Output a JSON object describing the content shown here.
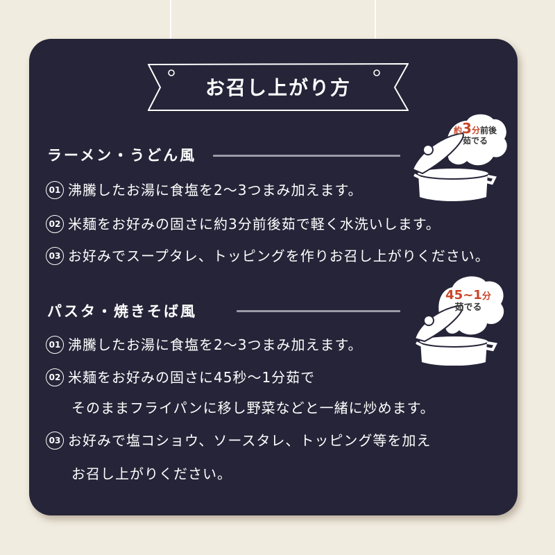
{
  "title": "お召し上がり方",
  "colors": {
    "background": "#f1ece0",
    "board": "#262438",
    "text": "#ffffff",
    "rule": "#9c9aa8",
    "accent": "#c8452a"
  },
  "sections": [
    {
      "heading": "ラーメン・うどん風",
      "badge": {
        "prefix": "約",
        "number": "3",
        "unit": "分",
        "suffix": "前後",
        "line2": "茹でる"
      },
      "steps": [
        {
          "num": "01",
          "lines": [
            "沸騰したお湯に食塩を2〜3つまみ加えます。"
          ]
        },
        {
          "num": "02",
          "lines": [
            "米麺をお好みの固さに約3分前後茹で軽く水洗いします。"
          ]
        },
        {
          "num": "03",
          "lines": [
            "お好みでスープタレ、トッピングを作りお召し上がりください。"
          ]
        }
      ]
    },
    {
      "heading": "パスタ・焼きそば風",
      "badge": {
        "number": "45~1",
        "unit": "分",
        "line2": "茹でる"
      },
      "steps": [
        {
          "num": "01",
          "lines": [
            "沸騰したお湯に食塩を2〜3つまみ加えます。"
          ]
        },
        {
          "num": "02",
          "lines": [
            "米麺をお好みの固さに45秒〜1分茹で",
            "そのままフライパンに移し野菜などと一緒に炒めます。"
          ]
        },
        {
          "num": "03",
          "lines": [
            "お好みで塩コショウ、ソースタレ、トッピング等を加え",
            "お召し上がりください。"
          ]
        }
      ]
    }
  ],
  "icons": [
    "boiling-pot-icon",
    "steam-cloud-icon"
  ]
}
